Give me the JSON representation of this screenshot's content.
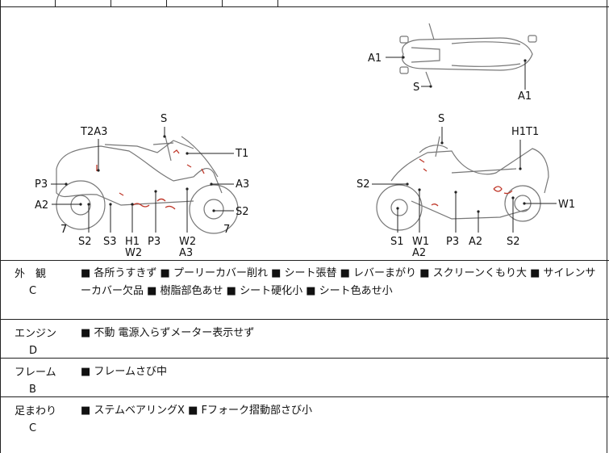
{
  "diagram": {
    "top_view_labels": [
      "A1",
      "S",
      "A1"
    ],
    "left_view_labels": [
      "S",
      "T2A3",
      "T1",
      "P3",
      "A3",
      "A2",
      "S2",
      "7",
      "7",
      "S2",
      "S3",
      "H1",
      "W2",
      "P3",
      "W2",
      "A3"
    ],
    "right_view_labels": [
      "S",
      "H1T1",
      "S2",
      "W1",
      "S1",
      "W1",
      "A2",
      "P3",
      "A2",
      "S2"
    ]
  },
  "rows": [
    {
      "category": "外　観",
      "grade": "C",
      "text": "■ 各所うすきず ■ プーリーカバー削れ ■ シート張替 ■ レバーまがり ■ スクリーンくもり大 ■ サイレンサーカバー欠品 ■ 樹脂部色あせ ■ シート硬化小 ■ シート色あせ小"
    },
    {
      "category": "エンジン",
      "grade": "D",
      "text": "■ 不動 電源入らずメーター表示せず"
    },
    {
      "category": "フレーム",
      "grade": "B",
      "text": "■ フレームさび中"
    },
    {
      "category": "足まわり",
      "grade": "C",
      "text": "■ ステムベアリングX ■ Fフォーク摺動部さび小"
    }
  ]
}
